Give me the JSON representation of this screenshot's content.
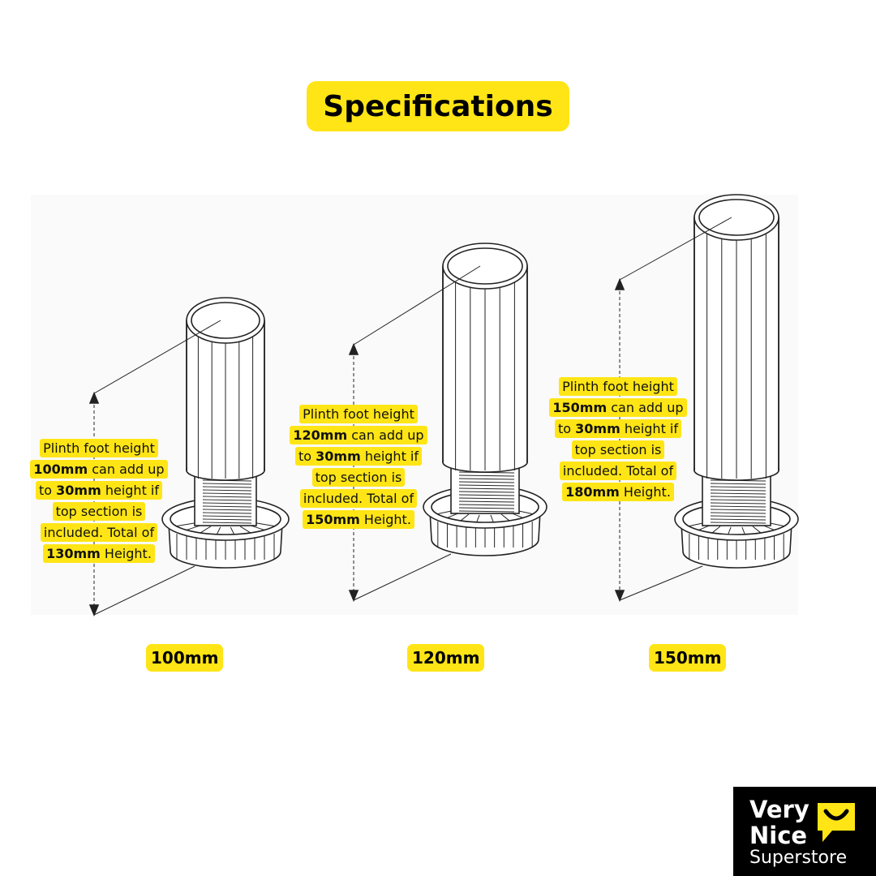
{
  "colors": {
    "accent": "#FFE515",
    "line": "#222222",
    "panel": "#FAFAFA"
  },
  "title": "Specifications",
  "feet": [
    {
      "size_label": "100mm",
      "note": [
        {
          "t": "Plinth foot height"
        },
        {
          "b": "100mm",
          "t": " can add up"
        },
        {
          "t": "to ",
          "b": "30mm",
          "t2": " height if"
        },
        {
          "t": "top section is"
        },
        {
          "t": "included. Total of"
        },
        {
          "b": "130mm",
          "t": " Height."
        }
      ]
    },
    {
      "size_label": "120mm",
      "note": [
        {
          "t": "Plinth foot height"
        },
        {
          "b": "120mm",
          "t": " can add up"
        },
        {
          "t": "to ",
          "b": "30mm",
          "t2": " height if"
        },
        {
          "t": "top section is"
        },
        {
          "t": "included. Total of"
        },
        {
          "b": "150mm",
          "t": " Height."
        }
      ]
    },
    {
      "size_label": "150mm",
      "note": [
        {
          "t": "Plinth foot height"
        },
        {
          "b": "150mm",
          "t": " can add up"
        },
        {
          "t": "to ",
          "b": "30mm",
          "t2": " height if"
        },
        {
          "t": "top section is"
        },
        {
          "t": "included. Total of"
        },
        {
          "b": "180mm",
          "t": " Height."
        }
      ]
    }
  ],
  "logo": {
    "line1": "Very",
    "line2": "Nice",
    "line3": "Superstore",
    "icon": "smile-speech-bubble-icon"
  }
}
